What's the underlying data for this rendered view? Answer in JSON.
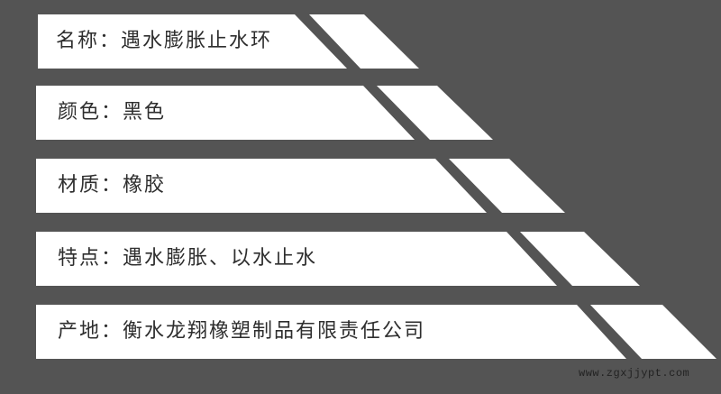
{
  "rows": [
    {
      "label": "名称：遇水膨胀止水环"
    },
    {
      "label": "颜色：黑色"
    },
    {
      "label": "材质：橡胶"
    },
    {
      "label": "特点：遇水膨胀、以水止水"
    },
    {
      "label": "产地：衡水龙翔橡塑制品有限责任公司"
    }
  ],
  "watermark": "www.zgxjjypt.com",
  "colors": {
    "background": "#545454",
    "banner": "#ffffff",
    "text": "#2e2e2e"
  }
}
